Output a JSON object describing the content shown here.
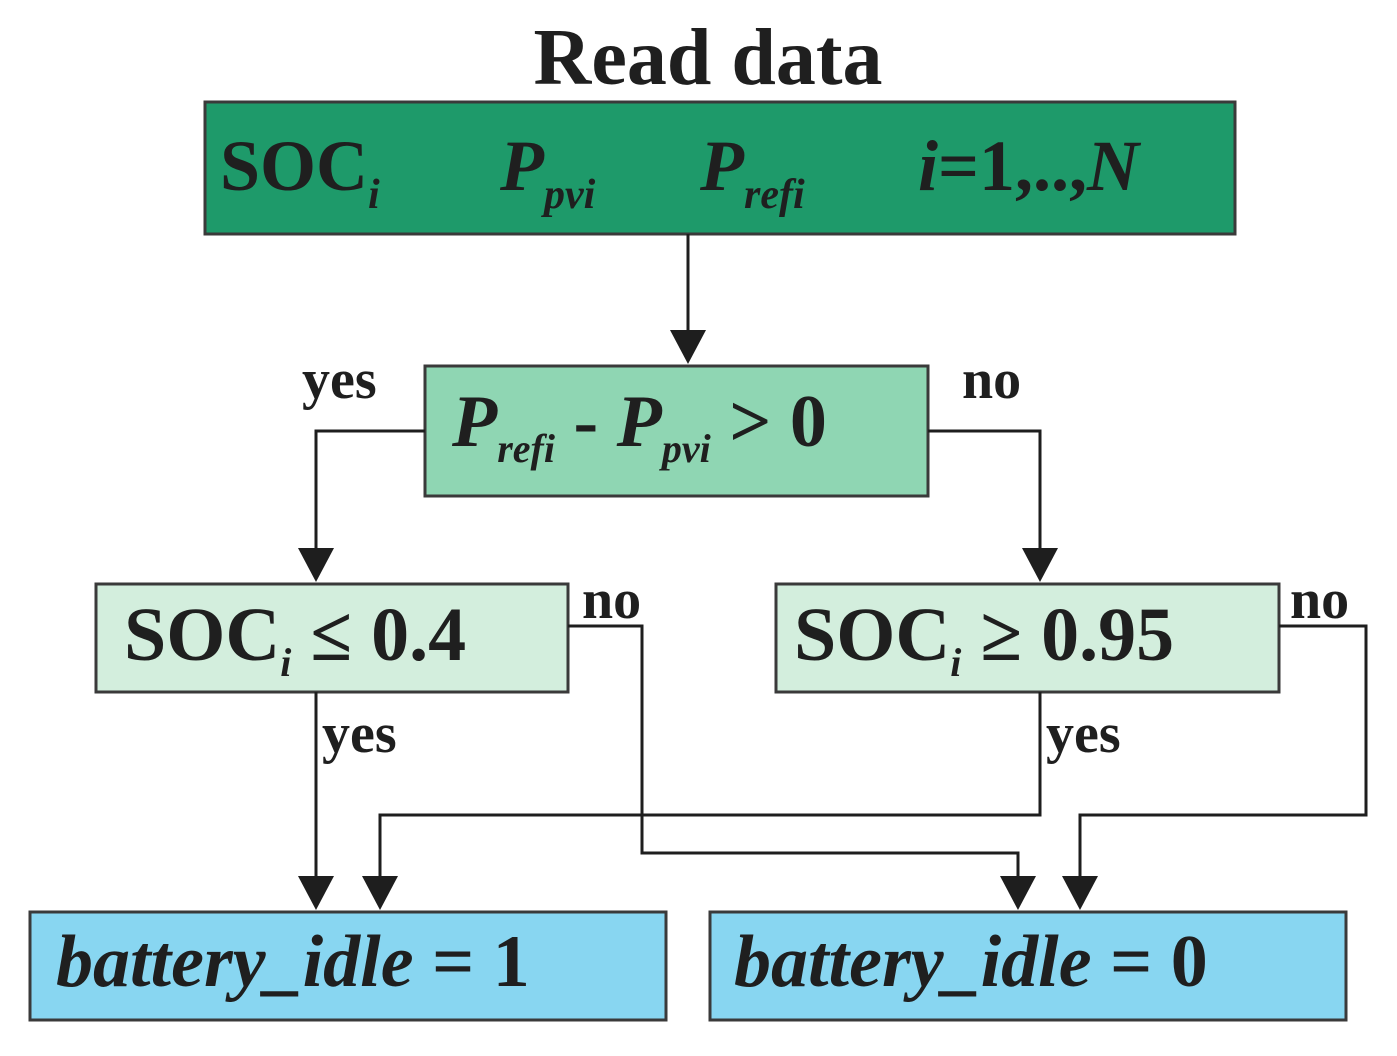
{
  "title": "Read data",
  "colors": {
    "top_box": "#1e9a6a",
    "decision_box": "#8fd6b3",
    "soc_box": "#d3eedd",
    "result_box": "#88d6f1"
  },
  "top_box": {
    "soc": "SOC",
    "soc_sub": "i",
    "p1": "P",
    "p1_sub": "pvi",
    "p2": "P",
    "p2_sub": "refi",
    "range_i": "i",
    "range_mid": "=1,..,",
    "range_n": "N"
  },
  "decision": {
    "p_a": "P",
    "p_a_sub": "refi",
    "minus": " - ",
    "p_b": "P",
    "p_b_sub": "pvi",
    "rhs": " > 0",
    "yes_label": "yes",
    "no_label": "no"
  },
  "left_check": {
    "soc": "SOC",
    "soc_sub": "i",
    "rhs": " ≤ 0.4",
    "no_label": "no",
    "yes_label": "yes"
  },
  "right_check": {
    "soc": "SOC",
    "soc_sub": "i",
    "rhs": " ≥ 0.95",
    "no_label": "no",
    "yes_label": "yes"
  },
  "result_left": {
    "text": "battery_idle",
    "rhs": " = 1"
  },
  "result_right": {
    "text": "battery_idle",
    "rhs": " = 0"
  }
}
